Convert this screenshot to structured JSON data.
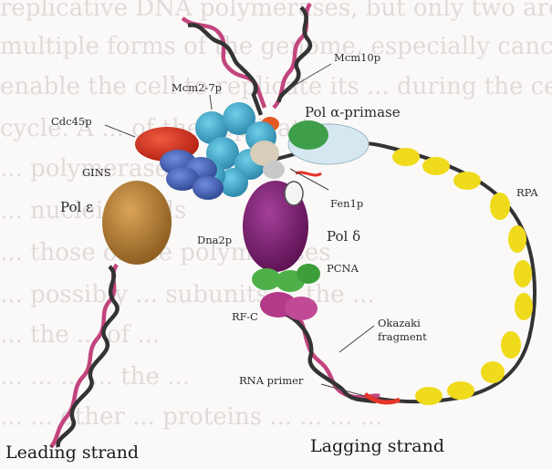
{
  "background_text": [
    "replicative DNA polymerases, but only two are",
    "multiple forms of the genome, especially cancer",
    "enable the cell to replicate its ... during the cell",
    "cycle. A ... of the replicative",
    "... polymerase",
    "... nucleic acids",
    "... those of the polymerases",
    "... possibly ... subunits ... the ...",
    "... the ... of ... ",
    "... ... ... ... the ...",
    "... ... other ... proteins ... ... ... ..."
  ],
  "labels": {
    "mcm10p": "Mcm10p",
    "mcm2_7p": "Mcm2-7p",
    "pol_alpha_primase": "Pol α-primase",
    "cdc45p": "Cdc45p",
    "gins": "GINS",
    "pol_epsilon": "Pol ε",
    "fen1p": "Fen1p",
    "rpa": "RPA",
    "dna2p": "Dna2p",
    "pol_delta": "Pol δ",
    "pcna": "PCNA",
    "rfc": "RF-C",
    "okazaki": "Okazaki fragment",
    "rna_primer": "RNA primer",
    "leading_strand": "Leading strand",
    "lagging_strand": "Lagging strand"
  },
  "colors": {
    "dna_magenta": "#c2457e",
    "dna_dark": "#333333",
    "mcm": "#3aa6c6",
    "cdc45": "#d8301f",
    "gins": "#4460b6",
    "pol_epsilon": "#b07b2d",
    "pol_delta": "#7b1e6a",
    "pcna": "#4fb04a",
    "rfc": "#b23a88",
    "pol_alpha": "#cfe4ee",
    "rpa": "#f0da1c",
    "primer": "#e5342a"
  }
}
